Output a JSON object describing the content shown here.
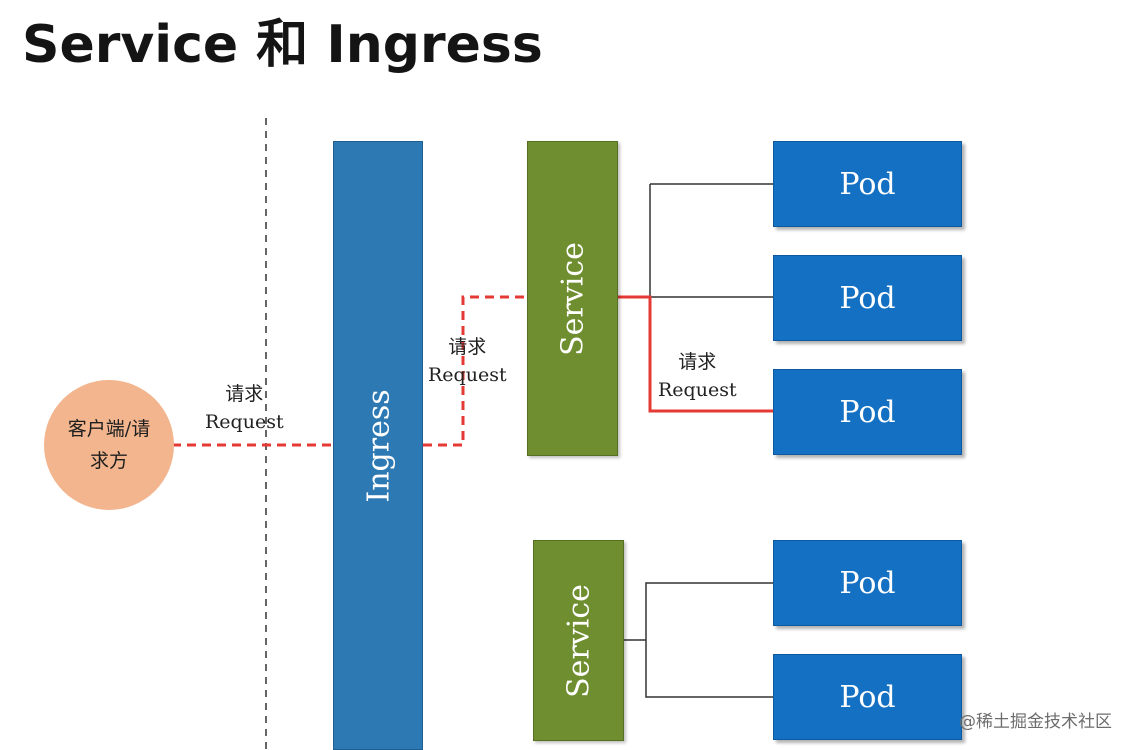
{
  "title": "Service 和 Ingress",
  "client": {
    "label": "客户端/请求方"
  },
  "ingress": {
    "label": "Ingress"
  },
  "services": [
    {
      "label": "Service"
    },
    {
      "label": "Service"
    }
  ],
  "pods": [
    {
      "label": "Pod"
    },
    {
      "label": "Pod"
    },
    {
      "label": "Pod"
    },
    {
      "label": "Pod"
    },
    {
      "label": "Pod"
    }
  ],
  "requests": [
    {
      "zh": "请求",
      "en": "Request"
    },
    {
      "zh": "请求",
      "en": "Request"
    },
    {
      "zh": "请求",
      "en": "Request"
    }
  ],
  "watermark": "@稀土掘金技术社区",
  "colors": {
    "ingress": "#2c79b3",
    "service": "#6f8e2f",
    "pod": "#1470c2",
    "client": "#f3b58e",
    "request_path": "#e53935"
  }
}
